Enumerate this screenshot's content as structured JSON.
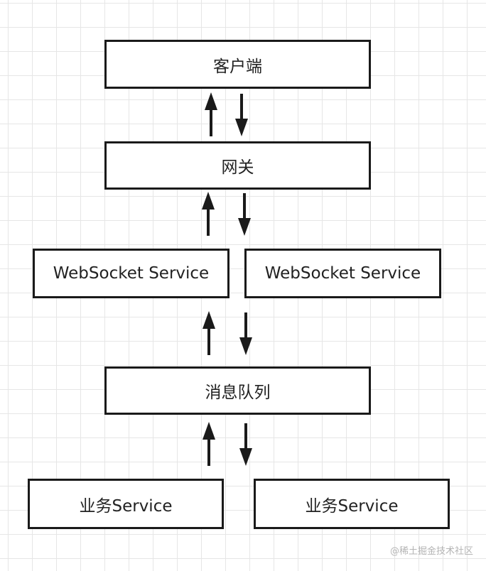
{
  "boxes": {
    "client": "客户端",
    "gateway": "网关",
    "ws_service_left": "WebSocket Service",
    "ws_service_right": "WebSocket Service",
    "message_queue": "消息队列",
    "biz_service_left": "业务Service",
    "biz_service_right": "业务Service"
  },
  "watermark": "@稀土掘金技术社区",
  "colors": {
    "border": "#1a1a1a",
    "text": "#222222",
    "grid": "#e6e6e6",
    "watermark": "#b4b4b4"
  }
}
